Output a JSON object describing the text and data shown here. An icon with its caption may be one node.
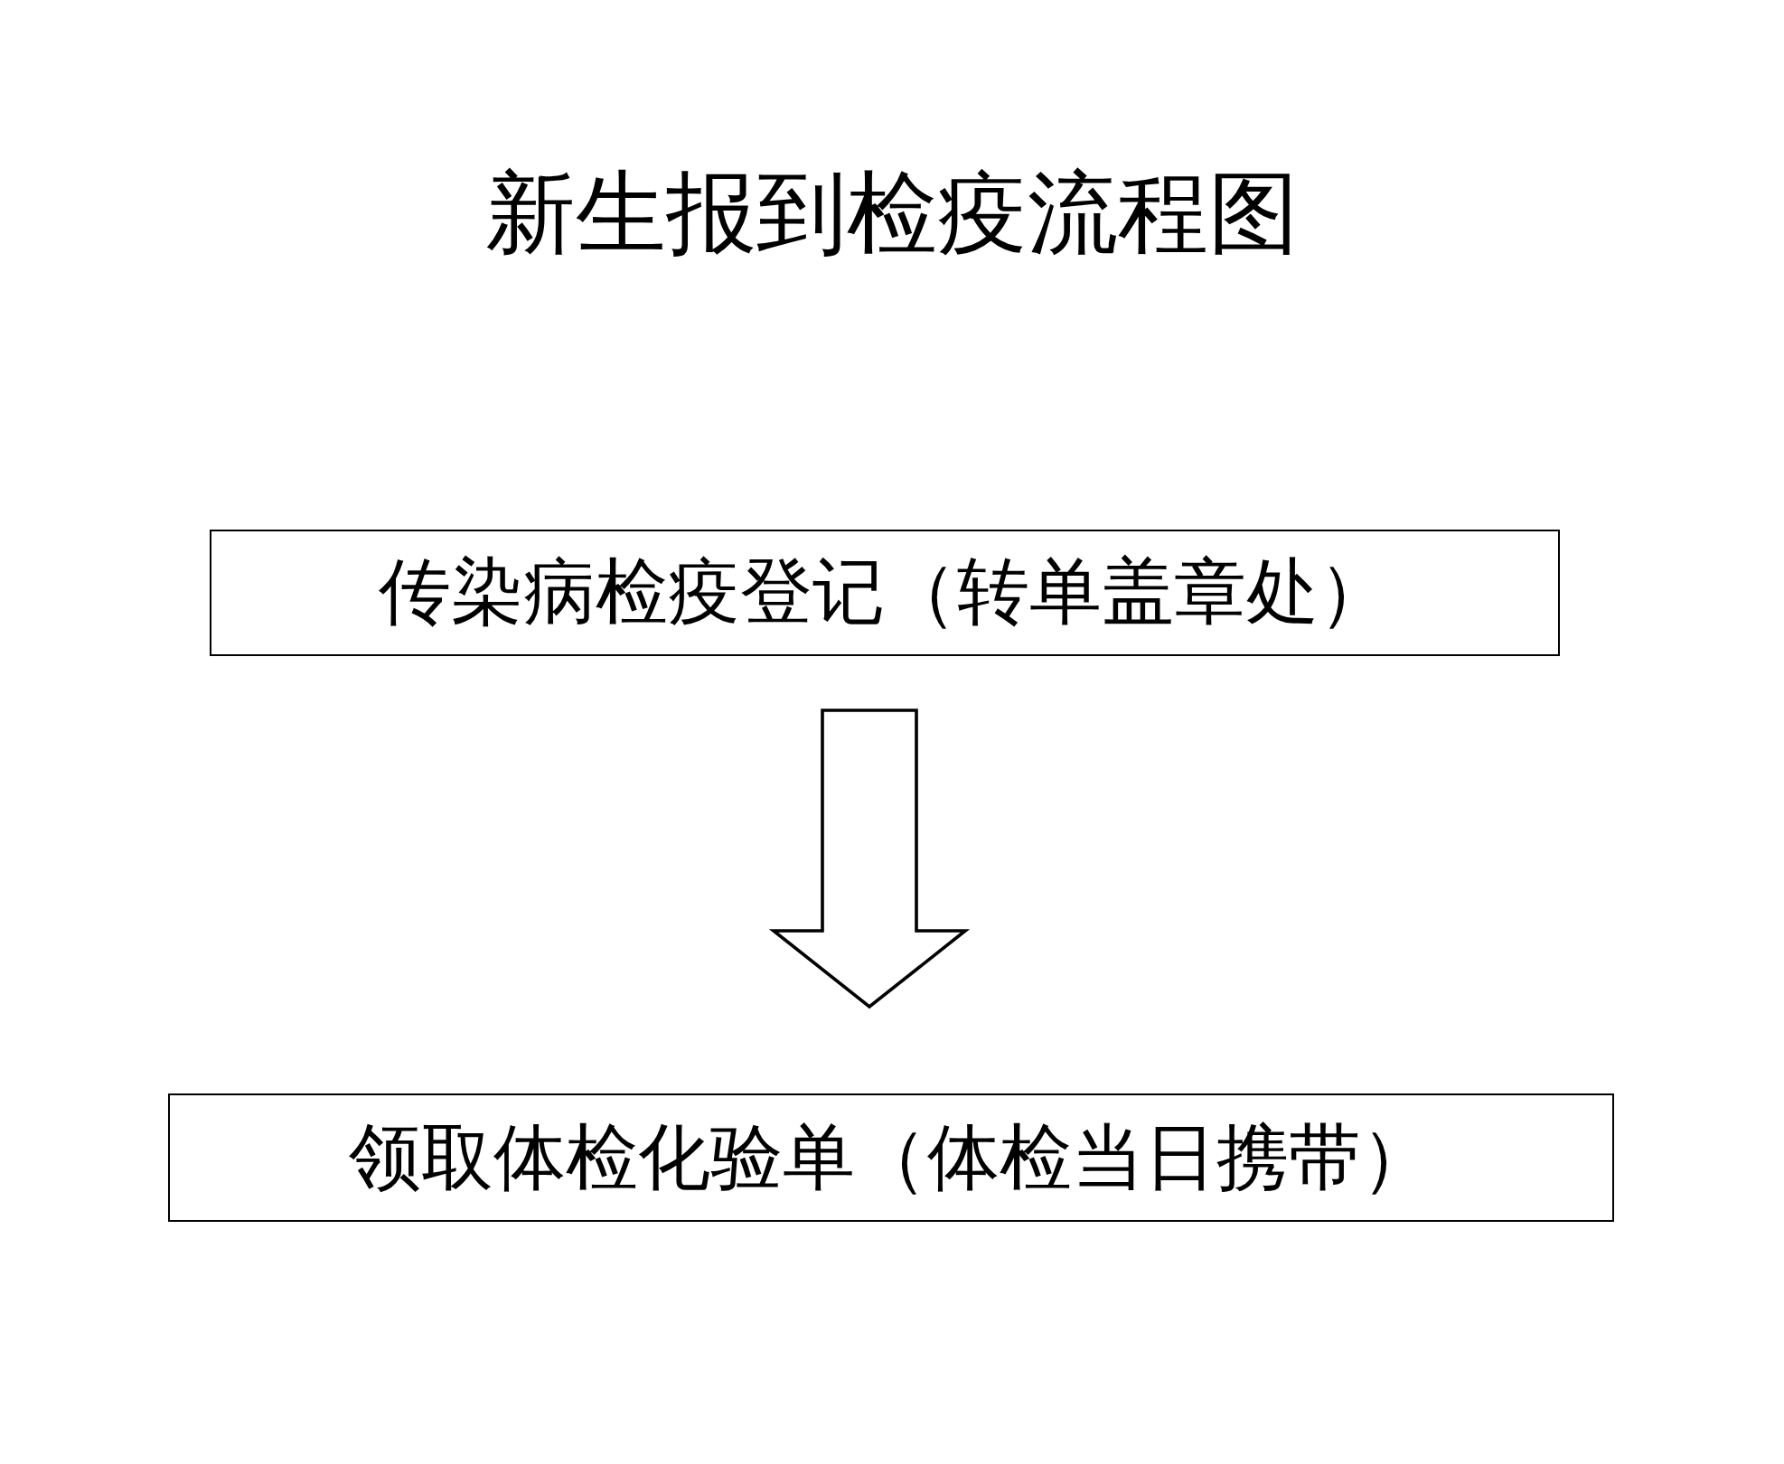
{
  "diagram": {
    "title": "新生报到检疫流程图",
    "nodes": [
      {
        "text": [
          "传染病检疫登记（转单盖章处）"
        ]
      },
      {
        "text": [
          "领取体检化验单（体检当日携带）"
        ]
      }
    ],
    "edges": [
      {
        "from": 0,
        "to": 1,
        "arrow": "to"
      }
    ]
  }
}
